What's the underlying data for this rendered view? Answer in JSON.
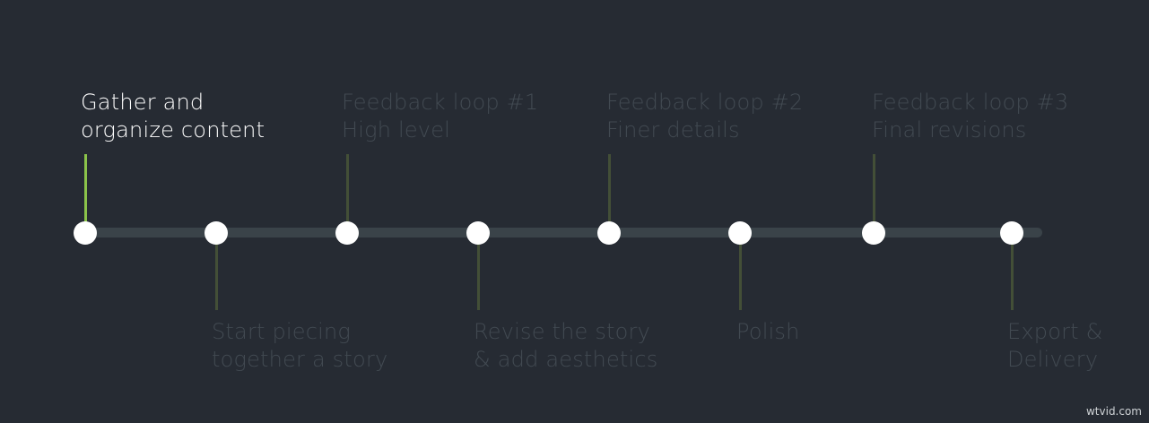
{
  "steps": [
    {
      "line1": "Gather and",
      "line2": "organize content",
      "position": "above",
      "active": true
    },
    {
      "line1": "Start piecing",
      "line2": "together a story",
      "position": "below",
      "active": false
    },
    {
      "line1": "Feedback loop #1",
      "line2": "High level",
      "position": "above",
      "active": false
    },
    {
      "line1": "Revise the story",
      "line2": "& add aesthetics",
      "position": "below",
      "active": false
    },
    {
      "line1": "Feedback loop #2",
      "line2": "Finer details",
      "position": "above",
      "active": false
    },
    {
      "line1": "Polish",
      "line2": "",
      "position": "below",
      "active": false
    },
    {
      "line1": "Feedback loop #3",
      "line2": "Final revisions",
      "position": "above",
      "active": false
    },
    {
      "line1": "Export &",
      "line2": "Delivery",
      "position": "below",
      "active": false
    }
  ],
  "watermark": "wtvid.com",
  "colors": {
    "background": "#262b33",
    "track": "#3a4349",
    "node": "#ffffff",
    "stem_active": "#8bc34a",
    "stem_inactive": "#434f37",
    "label_active": "#ffffff",
    "label_inactive": "#424a52"
  }
}
